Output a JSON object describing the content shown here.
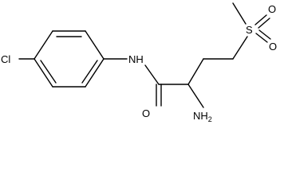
{
  "molecule": {
    "atoms": {
      "cl": "Cl",
      "nh": "NH",
      "o_carbonyl": "O",
      "nh2_n": "NH",
      "nh2_sub": "2",
      "s": "S",
      "o_s1": "O",
      "o_s2": "O"
    }
  }
}
